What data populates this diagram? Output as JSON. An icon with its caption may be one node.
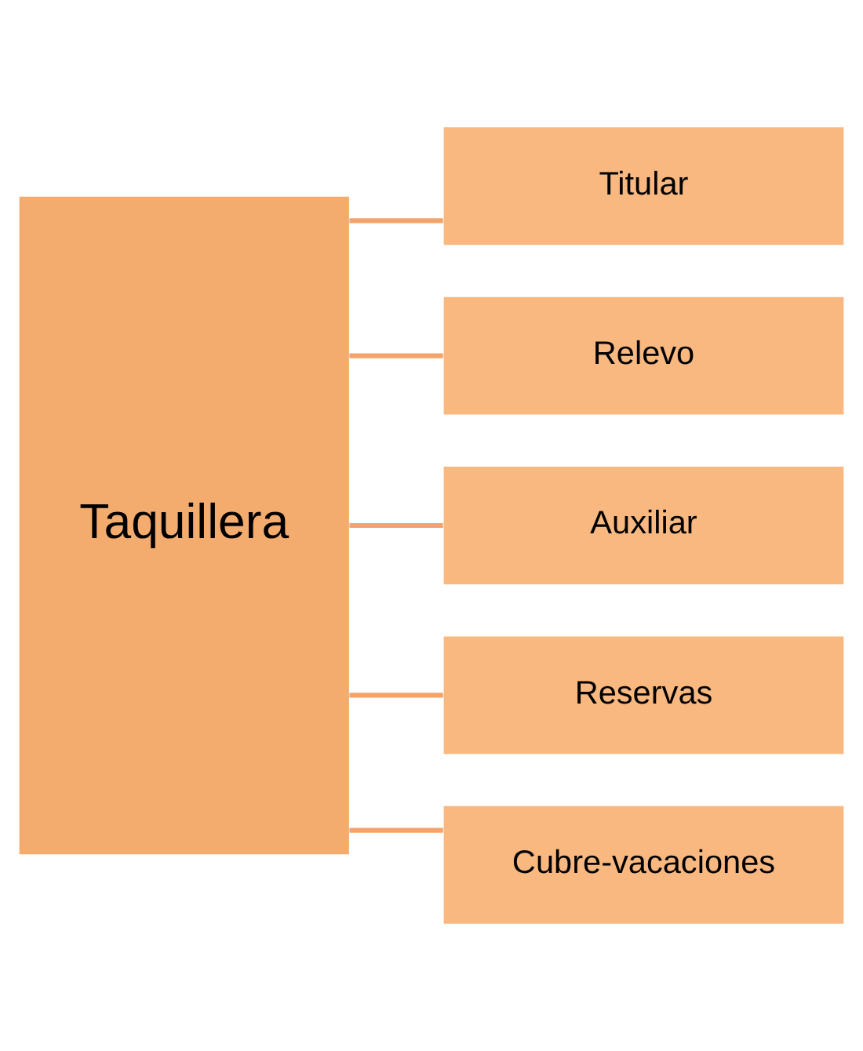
{
  "diagram": {
    "nodes": [
      {
        "text": [
          "Taquillera"
        ]
      },
      {
        "text": [
          "Titular"
        ]
      },
      {
        "text": [
          "Relevo"
        ]
      },
      {
        "text": [
          "Auxiliar"
        ]
      },
      {
        "text": [
          "Reservas"
        ]
      },
      {
        "text": [
          "Cubre-vacaciones"
        ]
      }
    ],
    "edges": [
      {
        "from": 0,
        "to": 1,
        "arrow": "none"
      },
      {
        "from": 0,
        "to": 2,
        "arrow": "none"
      },
      {
        "from": 0,
        "to": 3,
        "arrow": "none"
      },
      {
        "from": 0,
        "to": 4,
        "arrow": "none"
      },
      {
        "from": 0,
        "to": 5,
        "arrow": "none"
      }
    ]
  }
}
